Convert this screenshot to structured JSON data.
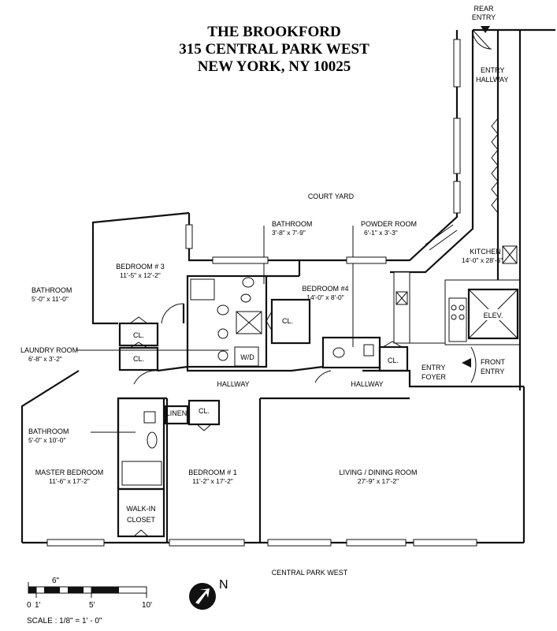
{
  "title": {
    "line1": "THE BROOKFORD",
    "line2": "315 CENTRAL PARK WEST",
    "line3": "NEW YORK, NY 10025"
  },
  "labels": {
    "rear_entry_1": "REAR",
    "rear_entry_2": "ENTRY",
    "entry_hallway_1": "ENTRY",
    "entry_hallway_2": "HALLWAY",
    "court_yard": "COURT YARD",
    "bathroom_top": "BATHROOM",
    "bathroom_top_dim": "3'-8\" x 7'-9\"",
    "powder_room": "POWDER ROOM",
    "powder_room_dim": "6'-1\" x 3'-3\"",
    "kitchen": "KITCHEN",
    "kitchen_dim": "14'-0\" x 28'-6\"",
    "bedroom3": "BEDROOM # 3",
    "bedroom3_dim": "11'-5\" x 12'-2\"",
    "bedroom4": "BEDROOM #4",
    "bedroom4_dim": "14'-0\" x 8'-0\"",
    "bathroom_left": "BATHROOM",
    "bathroom_left_dim": "5'-0\" x 11'-0\"",
    "laundry": "LAUNDRY ROOM",
    "laundry_dim": "6'-8\" x 3'-2\"",
    "elev": "ELEV.",
    "front_entry_1": "FRONT",
    "front_entry_2": "ENTRY",
    "entry_foyer_1": "ENTRY",
    "entry_foyer_2": "FOYER",
    "hallway_left": "HALLWAY",
    "hallway_right": "HALLWAY",
    "cl": "CL.",
    "linen": "LINEN",
    "wd": "W/D",
    "bathroom_master": "BATHROOM",
    "bathroom_master_dim": "5'-0\" x 10'-0\"",
    "master_bedroom": "MASTER BEDROOM",
    "master_bedroom_dim": "11'-6\" x 17'-2\"",
    "walkin_1": "WALK-IN",
    "walkin_2": "CLOSET",
    "bedroom1": "BEDROOM # 1",
    "bedroom1_dim": "11'-2\" x 17'-2\"",
    "living": "LIVING / DINING ROOM",
    "living_dim": "27'-9\" x 17'-2\"",
    "central_park_west": "CENTRAL PARK WEST",
    "north": "N"
  },
  "scale": {
    "six_inch": "6\"",
    "tick0": "0",
    "tick1": "1'",
    "tick5": "5'",
    "tick10": "10'",
    "caption": "SCALE : 1/8\" = 1' - 0\""
  }
}
